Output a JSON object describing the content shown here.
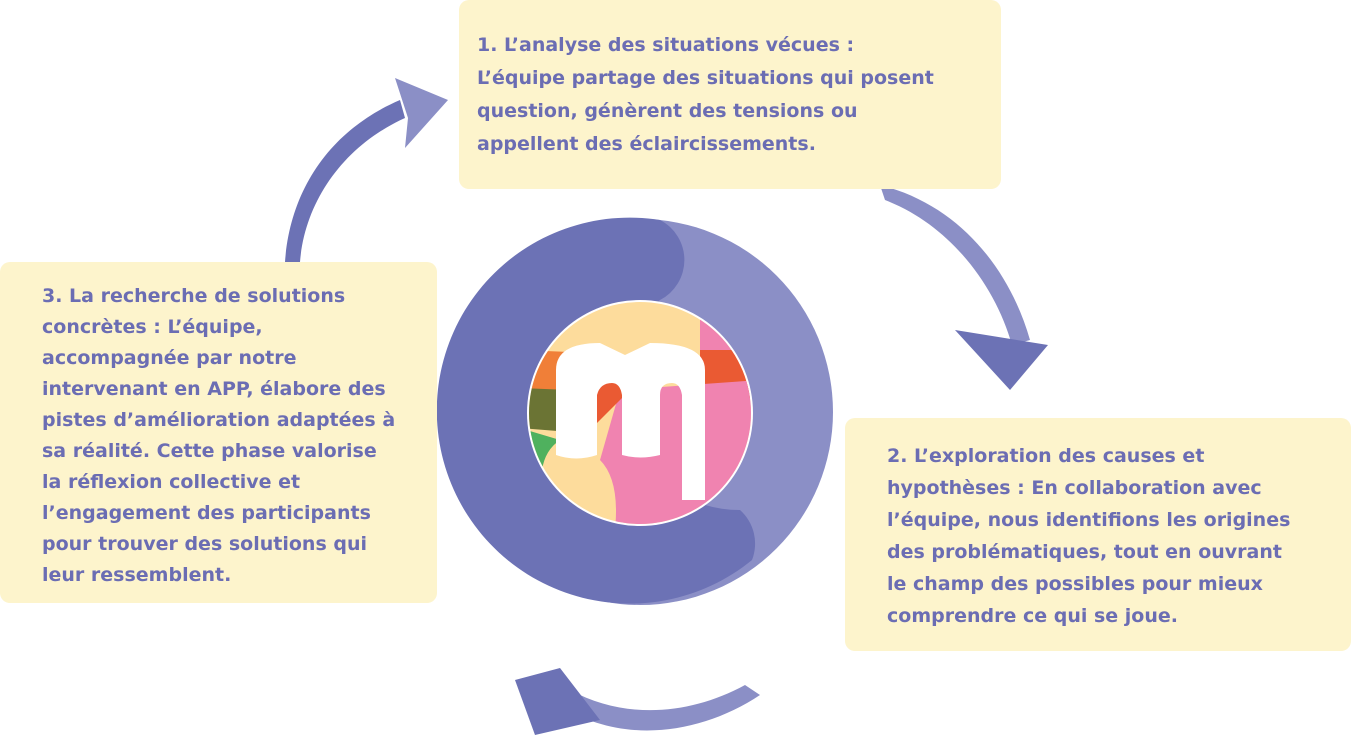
{
  "steps": [
    {
      "lines": [
        "1. L’analyse des situations vécues :",
        "L’équipe partage des situations qui posent",
        "question, génèrent des tensions ou",
        "appellent des éclaircissements."
      ]
    },
    {
      "lines": [
        "2. L’exploration des causes et",
        "hypothèses : En collaboration avec",
        "l’équipe, nous identifions les origines",
        "des problématiques, tout en ouvrant",
        "le champ des possibles pour mieux",
        "comprendre ce qui se joue."
      ]
    },
    {
      "lines": [
        "3. La recherche de solutions",
        "concrètes : L’équipe,",
        "accompagnée par notre",
        "intervenant en APP, élabore des",
        "pistes d’amélioration adaptées à",
        "sa réalité. Cette phase valorise",
        "la réflexion collective et",
        "l’engagement des participants",
        "pour trouver des solutions qui",
        "leur ressemblent."
      ]
    }
  ],
  "colors": {
    "text": "#6b6db3",
    "box": "#fdf4cc",
    "ring_dark": "#6c72b5",
    "ring_light": "#8b8fc6"
  }
}
